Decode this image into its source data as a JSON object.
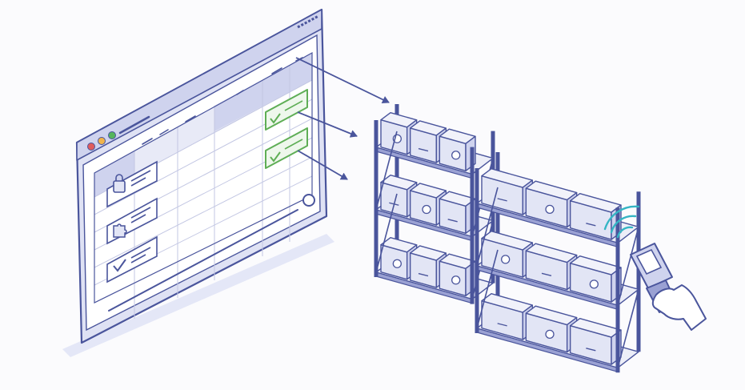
{
  "colors": {
    "background": "#fbfbfd",
    "outline": "#4a559c",
    "line_light": "#c3c7e3",
    "header_fill": "#cfd3ee",
    "window_frame": "#dfe2f4",
    "window_shadow": "#e4e7f7",
    "rack_fill": "#9aa1d3",
    "box_fill": "#e2e5f5",
    "box_top": "#f1f2fa",
    "check_green": "#5fae56",
    "check_fill": "#eef7ec",
    "dot_red": "#e05c5c",
    "dot_yellow": "#f0b44a",
    "dot_green": "#55b55c",
    "scan_signal": "#35b5c4",
    "arrow": "#4a559c"
  },
  "window": {
    "traffic_lights": [
      "close",
      "minimize",
      "maximize"
    ],
    "row_icons": [
      "user-icon",
      "puzzle-icon",
      "checkmark-icon"
    ],
    "checked_cells": 2,
    "scroll_knob": true
  },
  "arrows": {
    "count": 3,
    "direction": "window-to-shelf"
  },
  "shelving": {
    "units": 2,
    "tiers_per_unit": 3,
    "boxes_per_tier": 3,
    "box_icons": [
      "package-box-icon",
      "clock-label-icon"
    ]
  },
  "scanner": {
    "icons": [
      "handheld-scanner-icon",
      "signal-waves-icon",
      "hand-icon"
    ]
  }
}
